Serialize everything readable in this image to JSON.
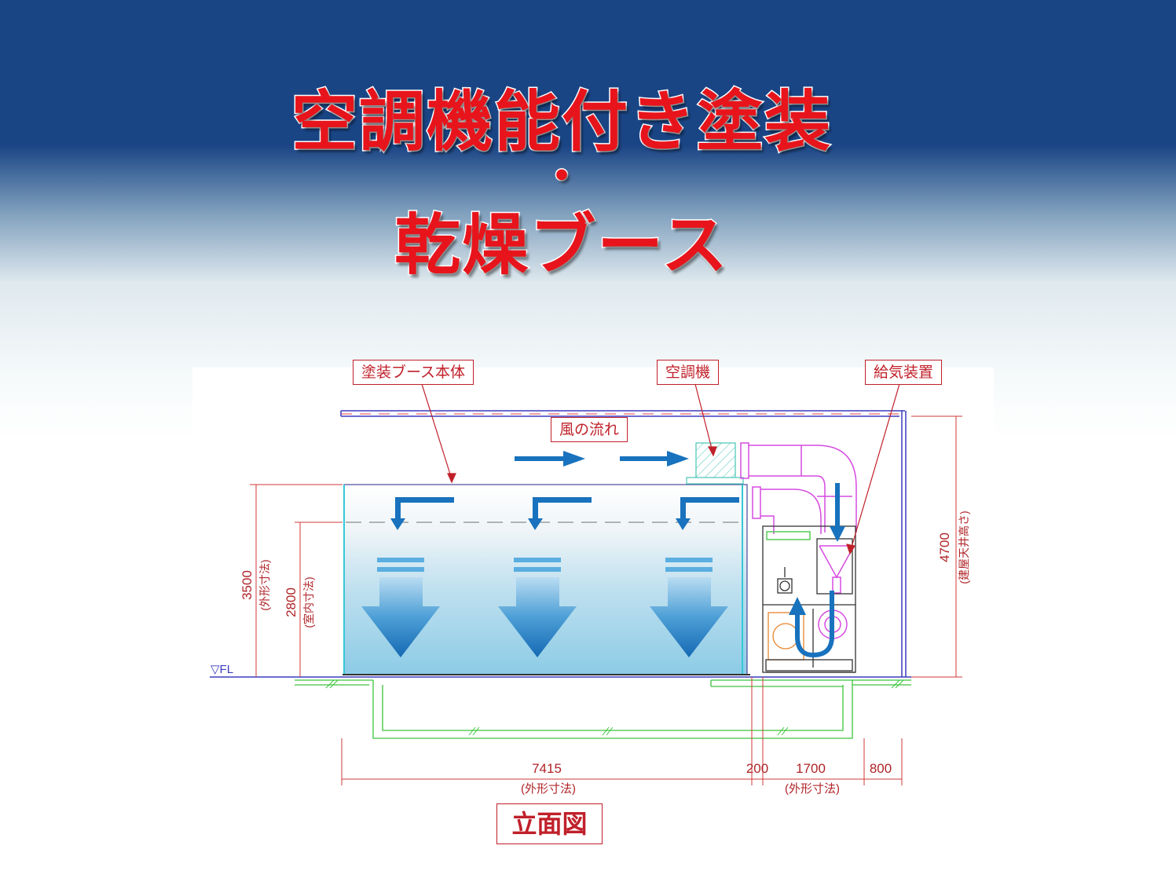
{
  "title": {
    "line1": "空調機能付き塗装",
    "line2": "・",
    "line3": "乾燥ブース"
  },
  "labels": {
    "booth_body": "塗装ブース本体",
    "air_conditioner": "空調機",
    "air_supply_unit": "給気装置",
    "air_flow": "風の流れ"
  },
  "dimensions": {
    "outer_height": "3500",
    "outer_height_note": "(外形寸法)",
    "inner_height": "2800",
    "inner_height_note": "(室内寸法)",
    "ceiling_height": "4700",
    "ceiling_height_note": "(建屋天井高さ)",
    "booth_width": "7415",
    "booth_width_note": "(外形寸法)",
    "gap": "200",
    "unit_width": "1700",
    "unit_width_note": "(外形寸法)",
    "clearance": "800",
    "floor_level": "▽FL"
  },
  "view_title": "立面図",
  "colors": {
    "title_red": "#e8141c",
    "header_blue": "#1a4585",
    "flow_blue": "#1872bd",
    "drawing_blue": "#2a2ab0",
    "dim_red": "#b02428",
    "duct_magenta": "#d64be0",
    "ground_green": "#3cc43c"
  }
}
